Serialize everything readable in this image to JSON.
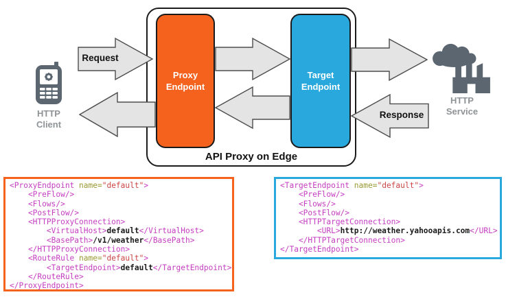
{
  "diagram": {
    "container_label": "API Proxy on Edge",
    "client_label": "HTTP\nClient",
    "service_label": "HTTP\nService",
    "proxy_box_label": "Proxy\nEndpoint",
    "target_box_label": "Target\nEndpoint",
    "request_arrow_label": "Request",
    "response_arrow_label": "Response"
  },
  "colors": {
    "proxy_orange": "#F4621E",
    "target_blue": "#29A8DD",
    "arrow_fill": "#E4E4E4",
    "arrow_stroke": "#4D4D4D",
    "icon_gray": "#5B6670",
    "icon_label_gray": "#8E9396",
    "code_tag": "#C53DC0",
    "code_attr": "#999933",
    "code_value": "#CC4444",
    "code_text": "#1A1A1A"
  },
  "code_blocks": [
    {
      "name": "proxy-endpoint-xml",
      "border_color": "#F4621E",
      "lines": [
        [
          {
            "t": "tag",
            "s": "<ProxyEndpoint"
          },
          {
            "t": "attr",
            "s": " name="
          },
          {
            "t": "val",
            "s": "\"default\""
          },
          {
            "t": "tag",
            "s": ">"
          }
        ],
        [
          {
            "t": "tag",
            "s": "    <PreFlow/>"
          }
        ],
        [
          {
            "t": "tag",
            "s": "    <Flows/>"
          }
        ],
        [
          {
            "t": "tag",
            "s": "    <PostFlow/>"
          }
        ],
        [
          {
            "t": "tag",
            "s": "    <HTTPProxyConnection>"
          }
        ],
        [
          {
            "t": "tag",
            "s": "        <VirtualHost>"
          },
          {
            "t": "txt",
            "s": "default"
          },
          {
            "t": "tag",
            "s": "</VirtualHost>"
          }
        ],
        [
          {
            "t": "tag",
            "s": "        <BasePath>"
          },
          {
            "t": "txt",
            "s": "/v1/weather"
          },
          {
            "t": "tag",
            "s": "</BasePath>"
          }
        ],
        [
          {
            "t": "tag",
            "s": "    </HTTPProxyConnection>"
          }
        ],
        [
          {
            "t": "tag",
            "s": "    <RouteRule"
          },
          {
            "t": "attr",
            "s": " name="
          },
          {
            "t": "val",
            "s": "\"default\""
          },
          {
            "t": "tag",
            "s": ">"
          }
        ],
        [
          {
            "t": "tag",
            "s": "        <TargetEndpoint>"
          },
          {
            "t": "txt",
            "s": "default"
          },
          {
            "t": "tag",
            "s": "</TargetEndpoint>"
          }
        ],
        [
          {
            "t": "tag",
            "s": "    </RouteRule>"
          }
        ],
        [
          {
            "t": "tag",
            "s": "</ProxyEndpoint>"
          }
        ]
      ]
    },
    {
      "name": "target-endpoint-xml",
      "border_color": "#29A8DD",
      "lines": [
        [
          {
            "t": "tag",
            "s": "<TargetEndpoint"
          },
          {
            "t": "attr",
            "s": " name="
          },
          {
            "t": "val",
            "s": "\"default\""
          },
          {
            "t": "tag",
            "s": ">"
          }
        ],
        [
          {
            "t": "tag",
            "s": "    <PreFlow/>"
          }
        ],
        [
          {
            "t": "tag",
            "s": "    <Flows/>"
          }
        ],
        [
          {
            "t": "tag",
            "s": "    <PostFlow/>"
          }
        ],
        [
          {
            "t": "tag",
            "s": "    <HTTPTargetConnection>"
          }
        ],
        [
          {
            "t": "tag",
            "s": "        <URL>"
          },
          {
            "t": "txt",
            "s": "http://weather.yahooapis.com"
          },
          {
            "t": "tag",
            "s": "</URL>"
          }
        ],
        [
          {
            "t": "tag",
            "s": "    </HTTPTargetConnection>"
          }
        ],
        [
          {
            "t": "tag",
            "s": "</TargetEndpoint>"
          }
        ]
      ]
    }
  ]
}
